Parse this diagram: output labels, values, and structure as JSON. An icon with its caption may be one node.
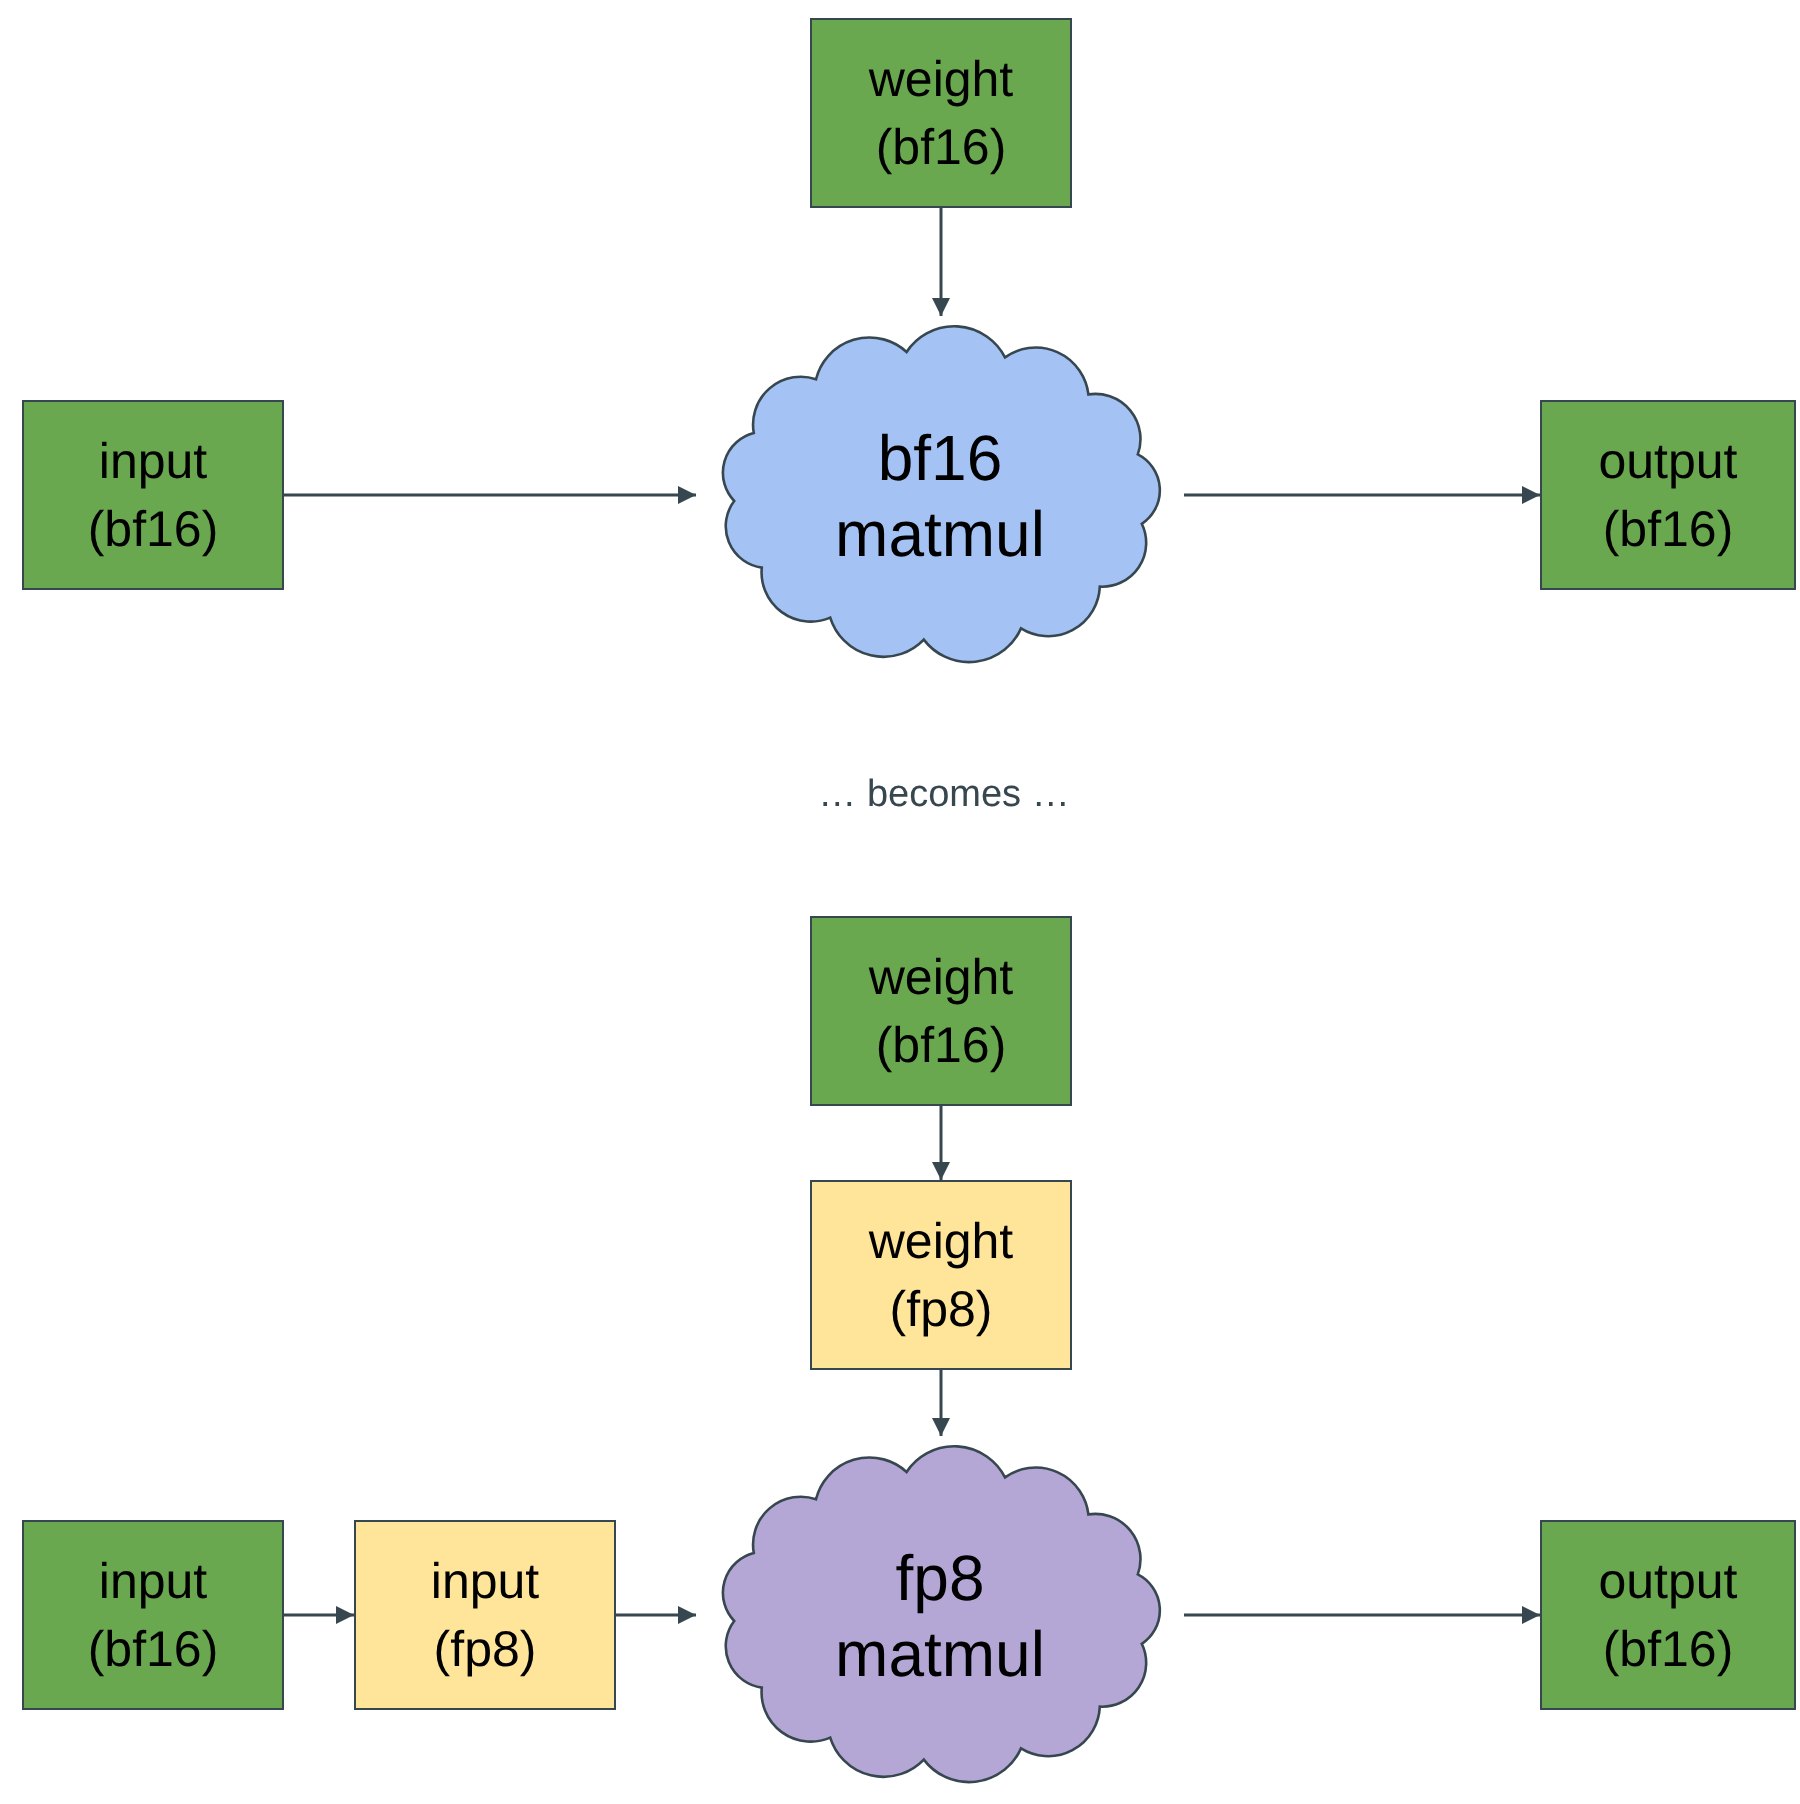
{
  "diagram": {
    "nodes": [
      {
        "text": [
          "weight (bf16)"
        ]
      },
      {
        "text": [
          "input (bf16)"
        ]
      },
      {
        "text": [
          "bf16 matmul"
        ]
      },
      {
        "text": [
          "output (bf16)"
        ]
      },
      {
        "text": [
          "weight (bf16)"
        ]
      },
      {
        "text": [
          "weight (fp8)"
        ]
      },
      {
        "text": [
          "input (bf16)"
        ]
      },
      {
        "text": [
          "input (fp8)"
        ]
      },
      {
        "text": [
          "fp8 matmul"
        ]
      },
      {
        "text": [
          "output (bf16)"
        ]
      }
    ],
    "edges": [
      {
        "from": 0,
        "to": 2,
        "arrow": "to"
      },
      {
        "from": 1,
        "to": 2,
        "arrow": "to"
      },
      {
        "from": 2,
        "to": 3,
        "arrow": "to"
      },
      {
        "from": 4,
        "to": 5,
        "arrow": "to"
      },
      {
        "from": 5,
        "to": 8,
        "arrow": "to"
      },
      {
        "from": 6,
        "to": 7,
        "arrow": "to"
      },
      {
        "from": 7,
        "to": 8,
        "arrow": "to"
      },
      {
        "from": 8,
        "to": 9,
        "arrow": "to"
      }
    ],
    "labels": [
      "… becomes …"
    ]
  }
}
